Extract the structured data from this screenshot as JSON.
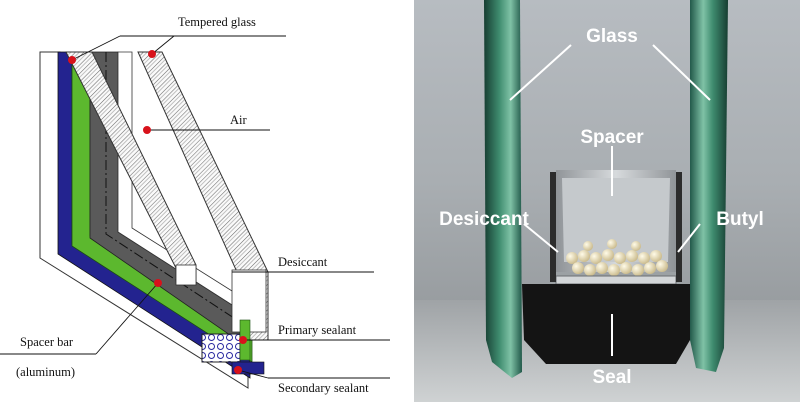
{
  "diagram": {
    "labels": {
      "tempered_glass": "Tempered glass",
      "air": "Air",
      "desiccant": "Desiccant",
      "primary_sealant": "Primary sealant",
      "spacer_bar_line1": "Spacer bar",
      "spacer_bar_line2": "(aluminum)",
      "secondary_sealant": "Secondary sealant"
    },
    "colors": {
      "spacer_green": "#5cb82e",
      "sealant_blue": "#23238f",
      "dark_gray": "#5a5a5a",
      "marker_red": "#d8121b"
    }
  },
  "photo": {
    "labels": {
      "glass": "Glass",
      "spacer": "Spacer",
      "desiccant": "Desiccant",
      "butyl": "Butyl",
      "seal": "Seal"
    }
  }
}
